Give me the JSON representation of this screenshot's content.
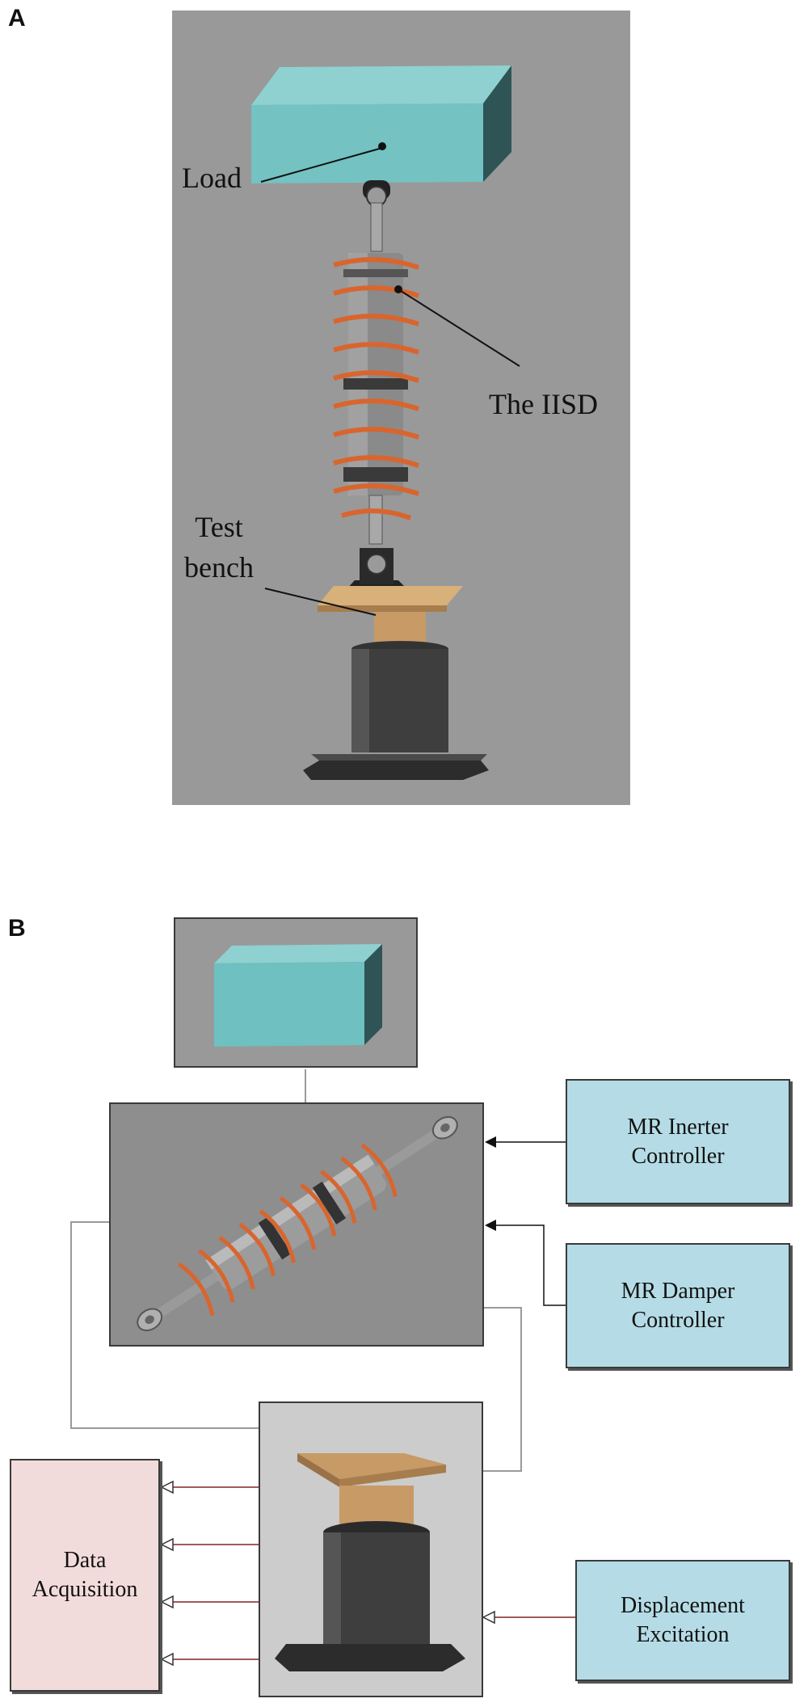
{
  "panel_a": {
    "letter": "A",
    "labels": {
      "load": "Load",
      "device": "The IISD",
      "test_bench_line1": "Test",
      "test_bench_line2": "bench"
    }
  },
  "panel_b": {
    "letter": "B",
    "blocks": {
      "mr_inerter_line1": "MR Inerter",
      "mr_inerter_line2": "Controller",
      "mr_damper_line1": "MR Damper",
      "mr_damper_line2": "Controller",
      "data_acq_line1": "Data",
      "data_acq_line2": "Acquisition",
      "displacement_line1": "Displacement",
      "displacement_line2": "Excitation"
    }
  },
  "colors": {
    "render_bg": "#999999",
    "load_block": "#6fc0c0",
    "spring": "#d9652e",
    "bench_tan": "#c79a66",
    "controller_fill": "#b5dce6",
    "acquisition_fill": "#f2dcdb",
    "signal_arrow": "#a05a5a"
  }
}
